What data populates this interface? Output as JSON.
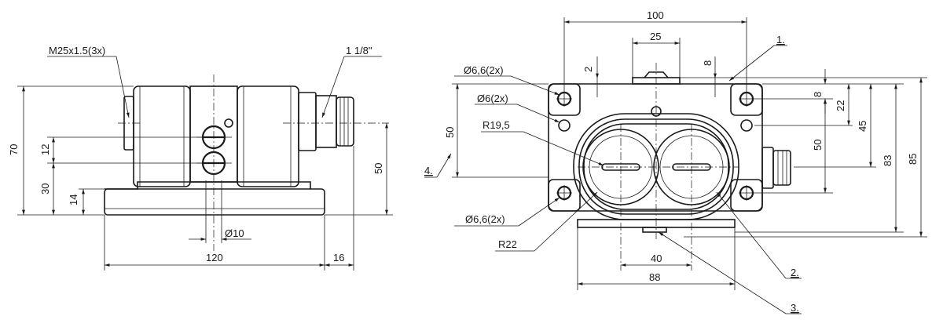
{
  "left_view": {
    "thread_label": "M25x1.5(3x)",
    "gland_label": "1 1/8\"",
    "dims": {
      "height_70": "70",
      "d12": "12",
      "d30": "30",
      "d14": "14",
      "d50": "50",
      "hole_dia": "Ø10",
      "width_120": "120",
      "d16": "16"
    }
  },
  "right_view": {
    "dims": {
      "w100": "100",
      "w25": "25",
      "d2": "2",
      "d8_top": "8",
      "hole_6_6_top": "Ø6,6(2x)",
      "hole_6": "Ø6(2x)",
      "r19_5": "R19,5",
      "d50": "50",
      "hole_6_6_bottom": "Ø6,6(2x)",
      "r22": "R22",
      "d8_right": "8",
      "d22": "22",
      "d45": "45",
      "d50_right": "50",
      "d83": "83",
      "d85": "85",
      "w40": "40",
      "w88": "88"
    },
    "callouts": [
      "1.",
      "2.",
      "3.",
      "4."
    ]
  }
}
